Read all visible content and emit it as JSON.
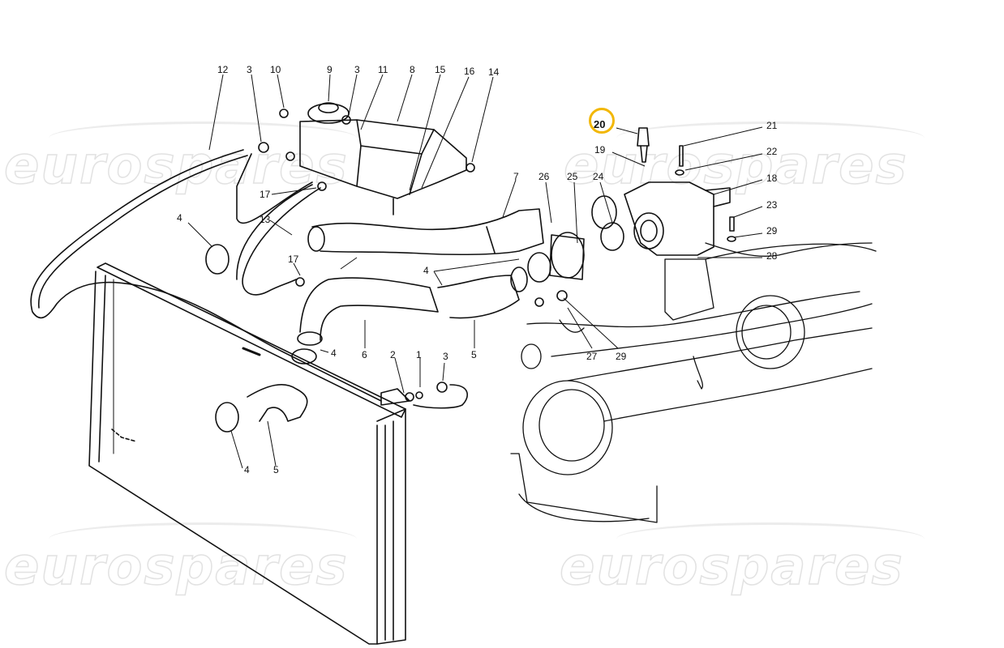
{
  "watermark": {
    "text": "eurospares"
  },
  "callouts": [
    {
      "id": "c12",
      "label": "12"
    },
    {
      "id": "c3a",
      "label": "3"
    },
    {
      "id": "c10",
      "label": "10"
    },
    {
      "id": "c9",
      "label": "9"
    },
    {
      "id": "c3b",
      "label": "3"
    },
    {
      "id": "c11",
      "label": "11"
    },
    {
      "id": "c8",
      "label": "8"
    },
    {
      "id": "c15",
      "label": "15"
    },
    {
      "id": "c16",
      "label": "16"
    },
    {
      "id": "c14",
      "label": "14"
    },
    {
      "id": "c17a",
      "label": "17"
    },
    {
      "id": "c13",
      "label": "13"
    },
    {
      "id": "c4a",
      "label": "4"
    },
    {
      "id": "c7",
      "label": "7"
    },
    {
      "id": "c26",
      "label": "26"
    },
    {
      "id": "c25",
      "label": "25"
    },
    {
      "id": "c24",
      "label": "24"
    },
    {
      "id": "c4b",
      "label": "4"
    },
    {
      "id": "c17b",
      "label": "17"
    },
    {
      "id": "c4c",
      "label": "4"
    },
    {
      "id": "c6",
      "label": "6"
    },
    {
      "id": "c5a",
      "label": "5"
    },
    {
      "id": "c2",
      "label": "2"
    },
    {
      "id": "c1",
      "label": "1"
    },
    {
      "id": "c3c",
      "label": "3"
    },
    {
      "id": "c4d",
      "label": "4"
    },
    {
      "id": "c5b",
      "label": "5"
    },
    {
      "id": "c20",
      "label": "20"
    },
    {
      "id": "c19",
      "label": "19"
    },
    {
      "id": "c21",
      "label": "21"
    },
    {
      "id": "c22",
      "label": "22"
    },
    {
      "id": "c18",
      "label": "18"
    },
    {
      "id": "c23",
      "label": "23"
    },
    {
      "id": "c29a",
      "label": "29"
    },
    {
      "id": "c28",
      "label": "28"
    },
    {
      "id": "c27",
      "label": "27"
    },
    {
      "id": "c29b",
      "label": "29"
    }
  ],
  "highlight": {
    "part": "20",
    "color": "#f2b705"
  }
}
